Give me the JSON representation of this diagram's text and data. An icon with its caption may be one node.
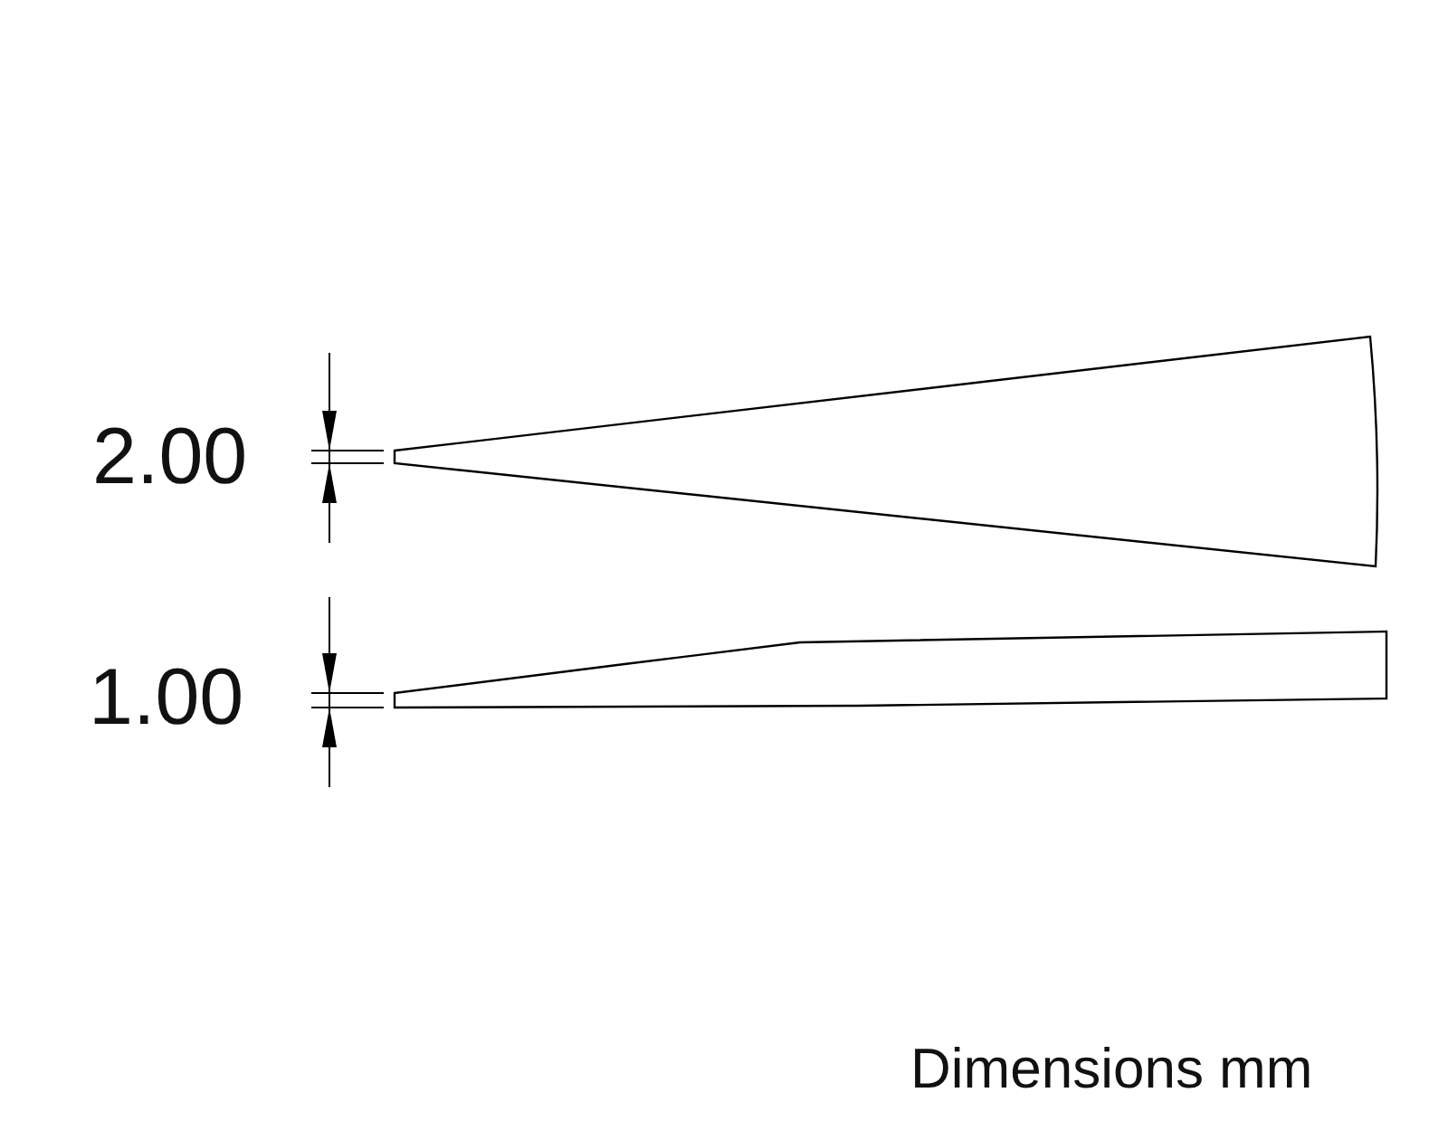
{
  "diagram": {
    "labels": [
      "2.00",
      "1.00",
      "Dimensions mm"
    ]
  }
}
